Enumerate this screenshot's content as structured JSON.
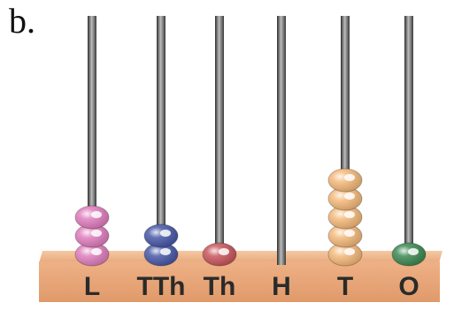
{
  "subpart_label": "b.",
  "abacus": {
    "rods": [
      {
        "label": "L",
        "beads": 3,
        "bead_color": "#e07fbf"
      },
      {
        "label": "TTh",
        "beads": 2,
        "bead_color": "#4a5aa8"
      },
      {
        "label": "Th",
        "beads": 1,
        "bead_color": "#c9575e"
      },
      {
        "label": "H",
        "beads": 0,
        "bead_color": "#cccccc"
      },
      {
        "label": "T",
        "beads": 5,
        "bead_color": "#f5ba7c"
      },
      {
        "label": "O",
        "beads": 1,
        "bead_color": "#3e8a55"
      }
    ],
    "base_color": "#eaa87a",
    "rod_color": "#555555"
  }
}
